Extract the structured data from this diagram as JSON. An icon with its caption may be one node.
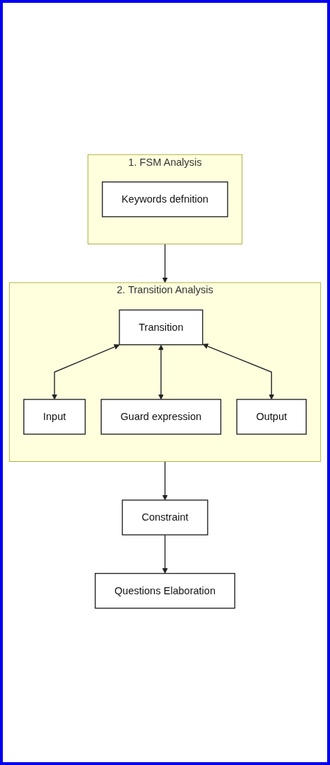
{
  "diagram": {
    "nodes": [
      {
        "text": [
          "1. FSM Analysis"
        ]
      },
      {
        "text": [
          "Keywords defnition"
        ],
        "in": 0
      },
      {
        "text": [
          "2. Transition Analysis"
        ]
      },
      {
        "text": [
          "Transition"
        ],
        "in": 2
      },
      {
        "text": [
          "Input"
        ],
        "in": 2
      },
      {
        "text": [
          "Guard expression"
        ],
        "in": 2
      },
      {
        "text": [
          "Output"
        ],
        "in": 2
      },
      {
        "text": [
          "Constraint"
        ]
      },
      {
        "text": [
          "Questions Elaboration"
        ]
      }
    ],
    "edges": [
      {
        "from": 0,
        "to": 2,
        "arrow": "to"
      },
      {
        "from": 3,
        "to": 4,
        "arrow": "both"
      },
      {
        "from": 3,
        "to": 5,
        "arrow": "both"
      },
      {
        "from": 3,
        "to": 6,
        "arrow": "both"
      },
      {
        "from": 2,
        "to": 7,
        "arrow": "to"
      },
      {
        "from": 7,
        "to": 8,
        "arrow": "to"
      }
    ]
  }
}
